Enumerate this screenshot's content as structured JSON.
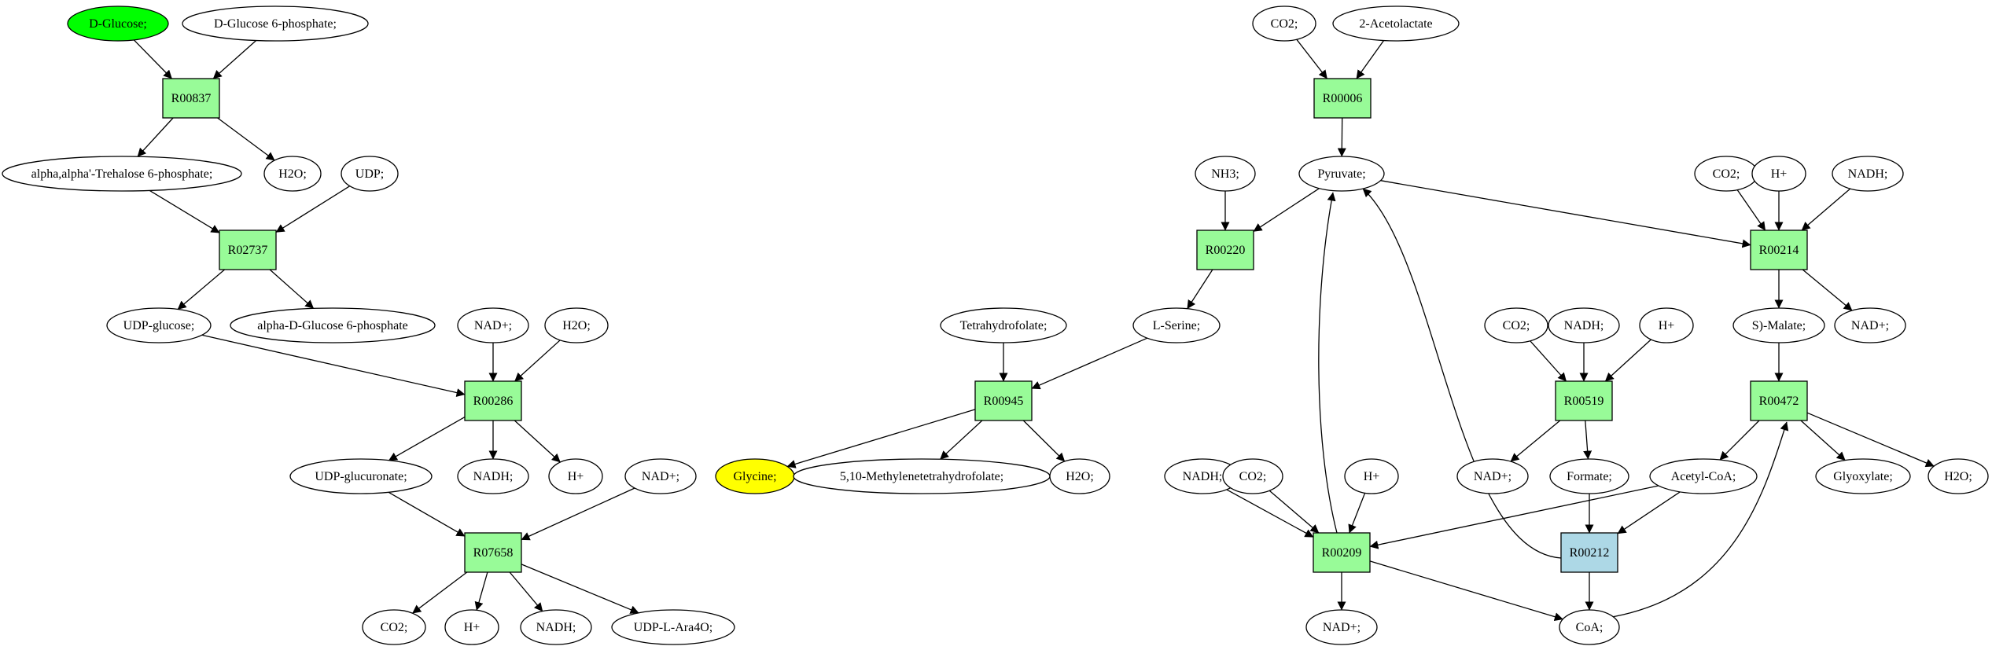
{
  "colors": {
    "reaction": "#98fb98",
    "reaction_highlight": "#add8e6",
    "source": "#00ff00",
    "target": "#ffff00",
    "compound": "#ffffff",
    "stroke": "#000000"
  },
  "nodes": [
    {
      "id": "c_dglucose",
      "label": "D-Glucose;",
      "shape": "ellipse",
      "fill": "#00ff00"
    },
    {
      "id": "c_dg6p",
      "label": "D-Glucose 6-phosphate;",
      "shape": "ellipse"
    },
    {
      "id": "r_R00837",
      "label": "R00837",
      "shape": "box"
    },
    {
      "id": "c_trehalose6p",
      "label": "alpha,alpha'-Trehalose 6-phosphate;",
      "shape": "ellipse"
    },
    {
      "id": "c_h2o_1",
      "label": "H2O;",
      "shape": "ellipse"
    },
    {
      "id": "c_udp",
      "label": "UDP;",
      "shape": "ellipse"
    },
    {
      "id": "r_R02737",
      "label": "R02737",
      "shape": "box"
    },
    {
      "id": "c_udpglucose",
      "label": "UDP-glucose;",
      "shape": "ellipse"
    },
    {
      "id": "c_adg6p",
      "label": "alpha-D-Glucose 6-phosphate",
      "shape": "ellipse"
    },
    {
      "id": "c_nadp_1",
      "label": "NAD+;",
      "shape": "ellipse"
    },
    {
      "id": "c_h2o_2",
      "label": "H2O;",
      "shape": "ellipse"
    },
    {
      "id": "r_R00286",
      "label": "R00286",
      "shape": "box"
    },
    {
      "id": "c_udpglucuronate",
      "label": "UDP-glucuronate;",
      "shape": "ellipse"
    },
    {
      "id": "c_nadh_1",
      "label": "NADH;",
      "shape": "ellipse"
    },
    {
      "id": "c_hplus_1",
      "label": "H+",
      "shape": "ellipse"
    },
    {
      "id": "c_nadp_2",
      "label": "NAD+;",
      "shape": "ellipse"
    },
    {
      "id": "r_R07658",
      "label": "R07658",
      "shape": "box"
    },
    {
      "id": "c_co2_1",
      "label": "CO2;",
      "shape": "ellipse"
    },
    {
      "id": "c_hplus_2",
      "label": "H+",
      "shape": "ellipse"
    },
    {
      "id": "c_nadh_2",
      "label": "NADH;",
      "shape": "ellipse"
    },
    {
      "id": "c_udplara4o",
      "label": "UDP-L-Ara4O;",
      "shape": "ellipse"
    },
    {
      "id": "c_thf",
      "label": "Tetrahydrofolate;",
      "shape": "ellipse"
    },
    {
      "id": "c_lserine",
      "label": "L-Serine;",
      "shape": "ellipse"
    },
    {
      "id": "r_R00945",
      "label": "R00945",
      "shape": "box"
    },
    {
      "id": "c_glycine",
      "label": "Glycine;",
      "shape": "ellipse",
      "fill": "#ffff00"
    },
    {
      "id": "c_methylthf",
      "label": "5,10-Methylenetetrahydrofolate;",
      "shape": "ellipse"
    },
    {
      "id": "c_h2o_3",
      "label": "H2O;",
      "shape": "ellipse"
    },
    {
      "id": "c_co2_2",
      "label": "CO2;",
      "shape": "ellipse"
    },
    {
      "id": "c_acetolactate",
      "label": "2-Acetolactate",
      "shape": "ellipse"
    },
    {
      "id": "r_R00006",
      "label": "R00006",
      "shape": "box"
    },
    {
      "id": "c_nh3",
      "label": "NH3;",
      "shape": "ellipse"
    },
    {
      "id": "c_pyruvate",
      "label": "Pyruvate;",
      "shape": "ellipse"
    },
    {
      "id": "r_R00220",
      "label": "R00220",
      "shape": "box"
    },
    {
      "id": "c_co2_3",
      "label": "CO2;",
      "shape": "ellipse"
    },
    {
      "id": "c_hplus_3",
      "label": "H+",
      "shape": "ellipse"
    },
    {
      "id": "c_nadh_3",
      "label": "NADH;",
      "shape": "ellipse"
    },
    {
      "id": "r_R00214",
      "label": "R00214",
      "shape": "box"
    },
    {
      "id": "c_smalate",
      "label": "S)-Malate;",
      "shape": "ellipse"
    },
    {
      "id": "c_nadp_3",
      "label": "NAD+;",
      "shape": "ellipse"
    },
    {
      "id": "c_co2_4",
      "label": "CO2;",
      "shape": "ellipse"
    },
    {
      "id": "c_nadh_4",
      "label": "NADH;",
      "shape": "ellipse"
    },
    {
      "id": "c_hplus_4",
      "label": "H+",
      "shape": "ellipse"
    },
    {
      "id": "r_R00519",
      "label": "R00519",
      "shape": "box"
    },
    {
      "id": "r_R00472",
      "label": "R00472",
      "shape": "box"
    },
    {
      "id": "c_nadp_4",
      "label": "NAD+;",
      "shape": "ellipse"
    },
    {
      "id": "c_formate",
      "label": "Formate;",
      "shape": "ellipse"
    },
    {
      "id": "c_acetylcoa",
      "label": "Acetyl-CoA;",
      "shape": "ellipse"
    },
    {
      "id": "c_glyoxylate",
      "label": "Glyoxylate;",
      "shape": "ellipse"
    },
    {
      "id": "c_h2o_4",
      "label": "H2O;",
      "shape": "ellipse"
    },
    {
      "id": "c_nadh_5",
      "label": "NADH;",
      "shape": "ellipse"
    },
    {
      "id": "c_co2_5",
      "label": "CO2;",
      "shape": "ellipse"
    },
    {
      "id": "c_hplus_5",
      "label": "H+",
      "shape": "ellipse"
    },
    {
      "id": "r_R00209",
      "label": "R00209",
      "shape": "box"
    },
    {
      "id": "r_R00212",
      "label": "R00212",
      "shape": "box",
      "fill": "#add8e6"
    },
    {
      "id": "c_nadp_5",
      "label": "NAD+;",
      "shape": "ellipse"
    },
    {
      "id": "c_coa",
      "label": "CoA;",
      "shape": "ellipse"
    }
  ],
  "edges": [
    [
      "c_dglucose",
      "r_R00837"
    ],
    [
      "c_dg6p",
      "r_R00837"
    ],
    [
      "r_R00837",
      "c_trehalose6p"
    ],
    [
      "r_R00837",
      "c_h2o_1"
    ],
    [
      "c_trehalose6p",
      "r_R02737"
    ],
    [
      "c_udp",
      "r_R02737"
    ],
    [
      "r_R02737",
      "c_udpglucose"
    ],
    [
      "r_R02737",
      "c_adg6p"
    ],
    [
      "c_udpglucose",
      "r_R00286"
    ],
    [
      "c_nadp_1",
      "r_R00286"
    ],
    [
      "c_h2o_2",
      "r_R00286"
    ],
    [
      "r_R00286",
      "c_udpglucuronate"
    ],
    [
      "r_R00286",
      "c_nadh_1"
    ],
    [
      "r_R00286",
      "c_hplus_1"
    ],
    [
      "c_udpglucuronate",
      "r_R07658"
    ],
    [
      "c_nadp_2",
      "r_R07658"
    ],
    [
      "r_R07658",
      "c_co2_1"
    ],
    [
      "r_R07658",
      "c_hplus_2"
    ],
    [
      "r_R07658",
      "c_nadh_2"
    ],
    [
      "r_R07658",
      "c_udplara4o"
    ],
    [
      "c_thf",
      "r_R00945"
    ],
    [
      "c_lserine",
      "r_R00945"
    ],
    [
      "r_R00945",
      "c_glycine"
    ],
    [
      "r_R00945",
      "c_methylthf"
    ],
    [
      "r_R00945",
      "c_h2o_3"
    ],
    [
      "c_co2_2",
      "r_R00006"
    ],
    [
      "c_acetolactate",
      "r_R00006"
    ],
    [
      "r_R00006",
      "c_pyruvate"
    ],
    [
      "c_nh3",
      "r_R00220"
    ],
    [
      "c_pyruvate",
      "r_R00220"
    ],
    [
      "r_R00220",
      "c_lserine"
    ],
    [
      "c_pyruvate",
      "r_R00214"
    ],
    [
      "c_co2_3",
      "r_R00214"
    ],
    [
      "c_hplus_3",
      "r_R00214"
    ],
    [
      "c_nadh_3",
      "r_R00214"
    ],
    [
      "r_R00214",
      "c_smalate"
    ],
    [
      "r_R00214",
      "c_nadp_3"
    ],
    [
      "c_co2_4",
      "r_R00519"
    ],
    [
      "c_nadh_4",
      "r_R00519"
    ],
    [
      "c_hplus_4",
      "r_R00519"
    ],
    [
      "r_R00519",
      "c_nadp_4"
    ],
    [
      "r_R00519",
      "c_formate"
    ],
    [
      "c_smalate",
      "r_R00472"
    ],
    [
      "r_R00472",
      "c_acetylcoa"
    ],
    [
      "r_R00472",
      "c_glyoxylate"
    ],
    [
      "r_R00472",
      "c_h2o_4"
    ],
    [
      "c_nadh_5",
      "r_R00209"
    ],
    [
      "c_co2_5",
      "r_R00209"
    ],
    [
      "c_hplus_5",
      "r_R00209"
    ],
    [
      "c_acetylcoa",
      "r_R00209"
    ],
    [
      "r_R00209",
      "c_pyruvate"
    ],
    [
      "r_R00209",
      "c_nadp_5"
    ],
    [
      "r_R00209",
      "c_coa"
    ],
    [
      "c_formate",
      "r_R00212"
    ],
    [
      "c_acetylcoa",
      "r_R00212"
    ],
    [
      "r_R00212",
      "c_pyruvate"
    ],
    [
      "r_R00212",
      "c_coa"
    ],
    [
      "c_coa",
      "r_R00472"
    ]
  ]
}
